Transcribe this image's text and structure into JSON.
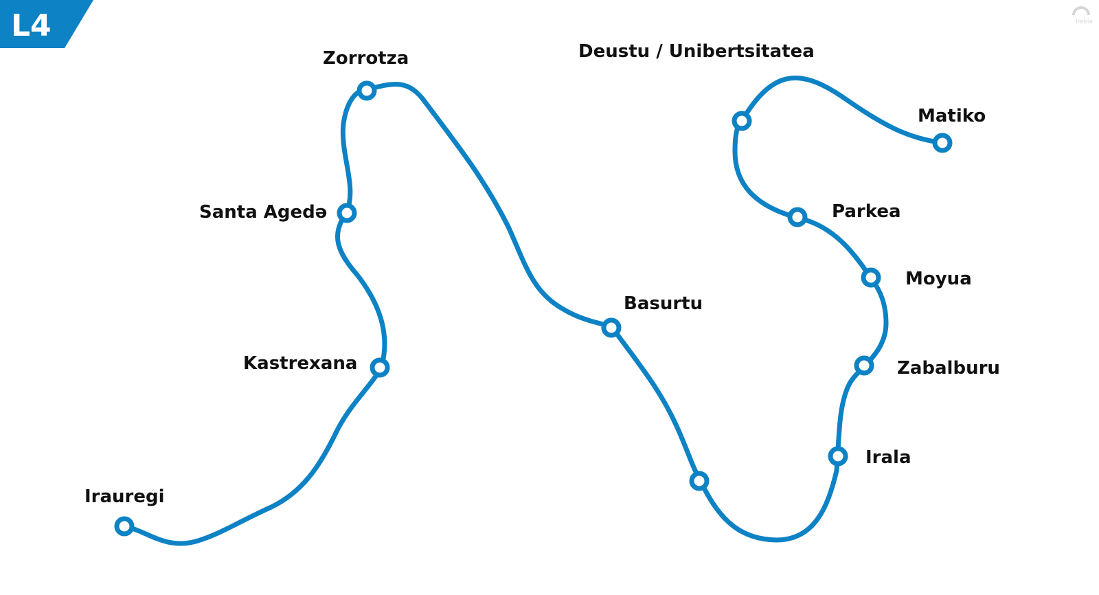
{
  "line": {
    "name": "L4",
    "color": "#0d82c4"
  },
  "logo": {
    "text": "Irekia"
  },
  "stations": [
    {
      "id": "irauregi",
      "name": "Irauregi"
    },
    {
      "id": "kastrexana",
      "name": "Kastrexana"
    },
    {
      "id": "santa-ageda",
      "name": "Santa Agedə"
    },
    {
      "id": "zorrotza",
      "name": "Zorrotza"
    },
    {
      "id": "basurtu",
      "name": "Basurtu"
    },
    {
      "id": "unnamed",
      "name": ""
    },
    {
      "id": "irala",
      "name": "Irala"
    },
    {
      "id": "zabalburu",
      "name": "Zabalburu"
    },
    {
      "id": "moyua",
      "name": "Moyua"
    },
    {
      "id": "parkea",
      "name": "Parkea"
    },
    {
      "id": "deustu-unibertsitatea",
      "name": "Deustu / Unibertsitatea"
    },
    {
      "id": "matiko",
      "name": "Matiko"
    }
  ]
}
